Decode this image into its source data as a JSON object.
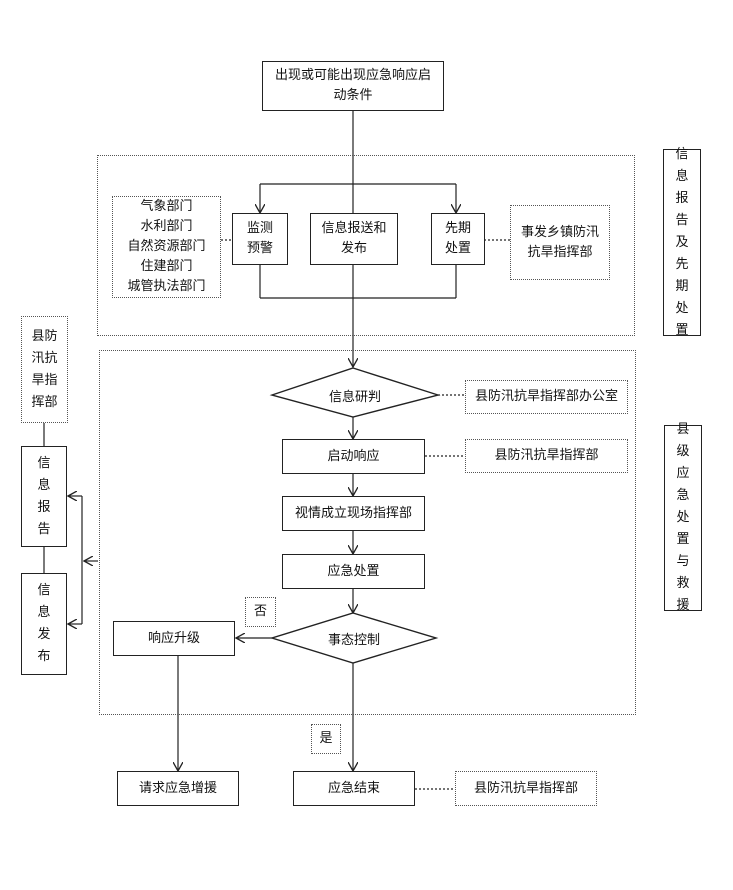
{
  "nodes": {
    "start": "出现或可能出现应急响应启\n动条件",
    "monitor": "监测\n预警",
    "info_report_publish": "信息报送和\n发布",
    "prior": "先期\n处置",
    "town_hq": "事发乡镇防汛\n抗旱指挥部",
    "departments": [
      "气象部门",
      "水利部门",
      "自然资源部门",
      "住建部门",
      "城管执法部门"
    ],
    "info_judge": "信息研判",
    "county_office": "县防汛抗旱指挥部办公室",
    "start_response": "启动响应",
    "county_hq_1": "县防汛抗旱指挥部",
    "field_hq": "视情成立现场指挥部",
    "emergency_handle": "应急处置",
    "control": "事态控制",
    "upgrade": "响应升级",
    "no_label": "否",
    "yes_label": "是",
    "request_support": "请求应急增援",
    "end": "应急结束",
    "county_hq_2": "县防汛抗旱指挥部"
  },
  "side": {
    "left_hq": "县防汛抗旱指挥部",
    "info_report": "信息报告",
    "info_publish": "信息发布",
    "right_top": "信息报告及先期处置",
    "right_bottom": "县级应急处置与救援"
  }
}
